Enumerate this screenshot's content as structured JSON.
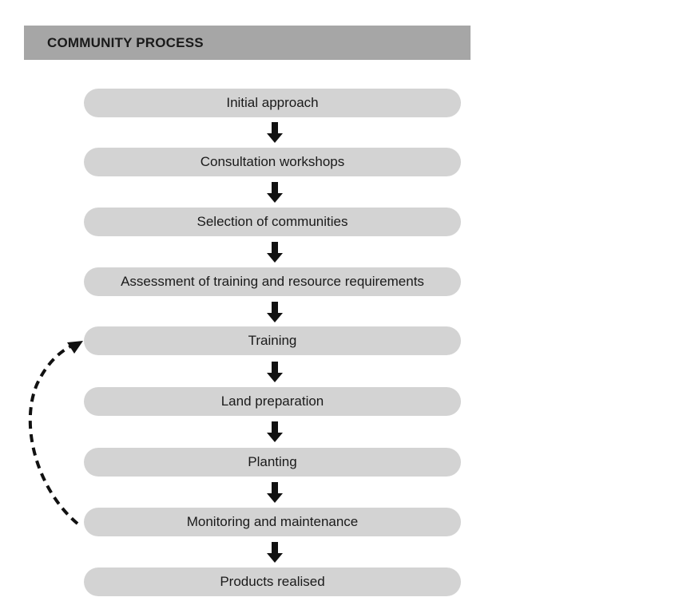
{
  "header": {
    "title": "COMMUNITY PROCESS"
  },
  "steps": [
    {
      "label": "Initial approach"
    },
    {
      "label": "Consultation workshops"
    },
    {
      "label": "Selection of communities"
    },
    {
      "label": "Assessment of training and resource requirements"
    },
    {
      "label": "Training"
    },
    {
      "label": "Land preparation"
    },
    {
      "label": "Planting"
    },
    {
      "label": "Monitoring and maintenance"
    },
    {
      "label": "Products realised"
    }
  ],
  "loop": {
    "from_step": "Monitoring and maintenance",
    "to_step": "Training",
    "style": "dashed"
  },
  "colors": {
    "header_bg": "#a6a6a6",
    "step_bg": "#d3d3d3",
    "text": "#1a1a1a",
    "arrow": "#111111"
  }
}
